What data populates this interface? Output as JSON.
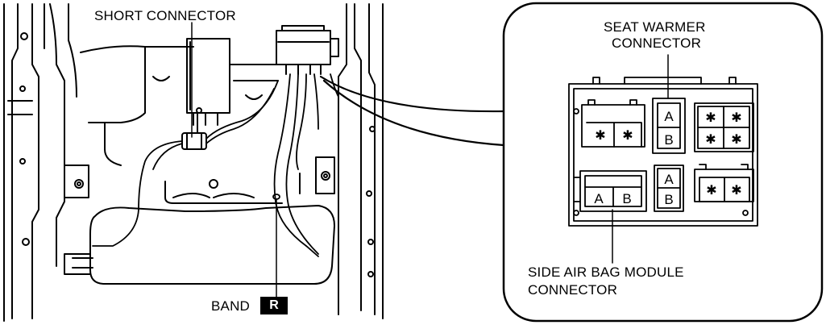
{
  "callouts": {
    "short_connector": "SHORT CONNECTOR",
    "band": "BAND",
    "band_badge": "R",
    "seat_warmer_line1": "SEAT WARMER",
    "seat_warmer_line2": "CONNECTOR",
    "side_airbag_line1": "SIDE AIR BAG MODULE",
    "side_airbag_line2": "CONNECTOR"
  },
  "connector_face": {
    "seat_warmer_pins": [
      "A",
      "B"
    ],
    "side_airbag_pins": [
      "A",
      "B"
    ],
    "middle_pins": [
      "A",
      "B"
    ],
    "unused_pin_symbol": "✱"
  },
  "colors": {
    "line": "#000000",
    "background": "#ffffff",
    "badge": "#000000"
  }
}
